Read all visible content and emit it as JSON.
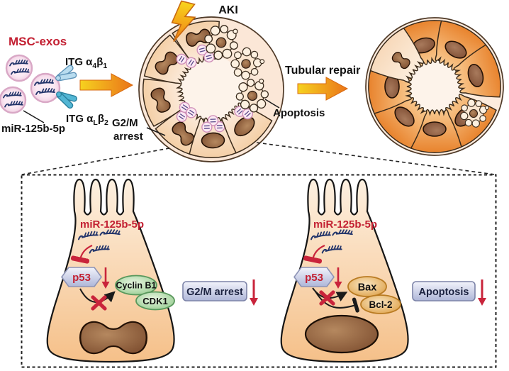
{
  "figure": {
    "top": {
      "msc_exos_label": "MSC-exos",
      "mir_label": "miR-125b-5p",
      "itg1": {
        "main": "ITG α",
        "sub1": "4",
        "beta": "β",
        "sub2": "1"
      },
      "itg2": {
        "main": "ITG α",
        "sub1": "L",
        "beta": "β",
        "sub2": "2"
      },
      "aki_label": "AKI",
      "g2m_label_line1": "G2/M",
      "g2m_label_line2": "arrest",
      "apoptosis_label": "Apoptosis",
      "tubular_repair_label": "Tubular repair"
    },
    "pathway_left": {
      "mir": "miR-125b-5p",
      "p53": "p53",
      "cyclin_b1": "Cyclin B1",
      "cdk1": "CDK1",
      "outcome": "G2/M arrest"
    },
    "pathway_right": {
      "mir": "miR-125b-5p",
      "p53": "p53",
      "bax": "Bax",
      "bcl2": "Bcl-2",
      "outcome": "Apoptosis"
    },
    "icons": [
      "exosome-icon",
      "mirna-strand-icon",
      "integrin-receptor-icon",
      "flow-arrow-icon",
      "lightning-bolt-icon",
      "injured-tubule-icon",
      "repaired-tubule-icon",
      "apoptotic-cell-icon",
      "tubular-cell-icon",
      "nucleus-icon",
      "down-arrow-icon",
      "inhibition-arrow-icon",
      "block-x-icon"
    ],
    "colors": {
      "red_text": "#c32032",
      "red_arrow": "#c9243b",
      "arrow_yellow": "#f6d21f",
      "arrow_orange": "#ea7419",
      "exosome_pink": "#f3d2e4",
      "mirna_navy": "#23356b",
      "integrin_light_blue": "#b8dcef",
      "integrin_teal": "#52b6d4",
      "badge_lavender": "#b3bad9",
      "green_node": "#8fc889",
      "orange_node": "#dc9b3e",
      "cell_peach": "#f5c392",
      "healthy_cell_orange": "#e8832d",
      "nucleus_brown": "#7a4a2c",
      "badge_text": "#1b2240"
    }
  }
}
